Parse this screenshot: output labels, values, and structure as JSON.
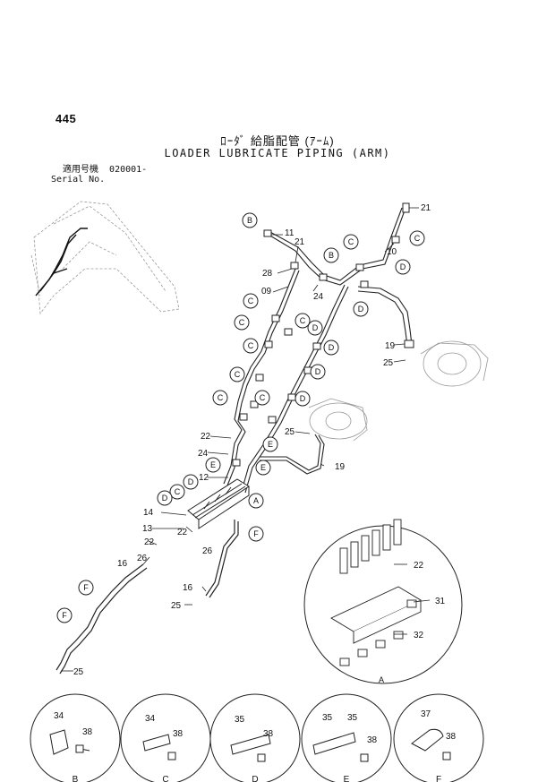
{
  "page_number": "445",
  "title_jp": "ﾛｰﾀﾞ 給脂配管 (ｱｰﾑ)",
  "title_en": "LOADER LUBRICATE PIPING (ARM)",
  "applicability_jp": "適用号機",
  "serial_value": "020001-",
  "serial_label": "Serial No.",
  "part_numbers": {
    "p21a": "21",
    "p11": "11",
    "p21b": "21",
    "p28": "28",
    "p09": "09",
    "p24a": "24",
    "p10": "10",
    "p19a": "19",
    "p25a": "25",
    "p22a": "22",
    "p24b": "24",
    "p25b": "25",
    "p19b": "19",
    "p12": "12",
    "p14": "14",
    "p13": "13",
    "p22b": "22",
    "p22c": "22",
    "p26a": "26",
    "p26b": "26",
    "p16a": "16",
    "p16b": "16",
    "p25c": "25",
    "p25d": "25",
    "p22d": "22",
    "p31": "31",
    "p32": "32",
    "p34a": "34",
    "p38a": "38",
    "p34b": "34",
    "p38b": "38",
    "p35a": "35",
    "p38c": "38",
    "p35b": "35",
    "p35c": "35",
    "p38d": "38",
    "p37": "37",
    "p38e": "38"
  },
  "view_letters": {
    "b1": "B",
    "b2": "B",
    "c1": "C",
    "c2": "C",
    "c3": "C",
    "c4": "C",
    "c5": "C",
    "c6": "C",
    "c7": "C",
    "c8": "C",
    "c9": "C",
    "c10": "C",
    "d1": "D",
    "d2": "D",
    "d3": "D",
    "d4": "D",
    "d5": "D",
    "d6": "D",
    "d7": "D",
    "d8": "D",
    "e1": "E",
    "e2": "E",
    "e3": "E",
    "f1": "F",
    "f2": "F",
    "f3": "F",
    "a1": "A",
    "a_detail": "A"
  },
  "detail_captions": {
    "b": "B",
    "c": "C",
    "d": "D",
    "e": "E",
    "f": "F"
  },
  "colors": {
    "line": "#222222",
    "background": "#ffffff"
  }
}
